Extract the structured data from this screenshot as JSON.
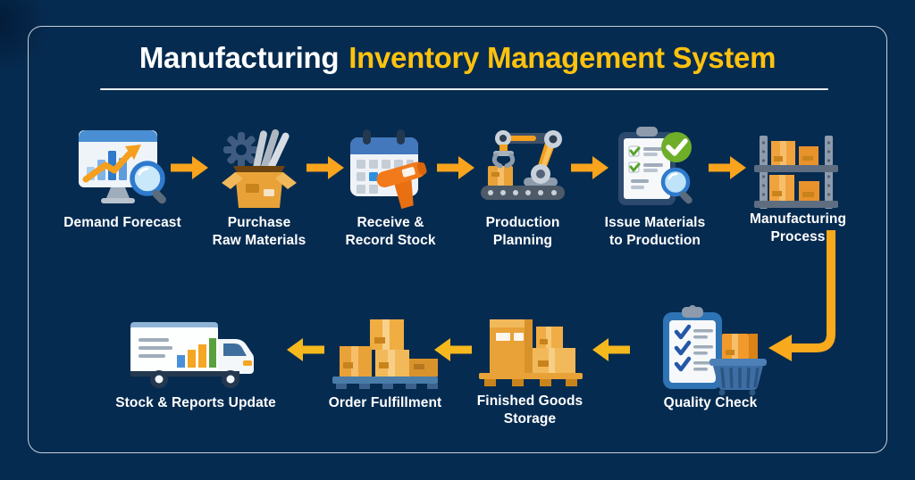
{
  "title": {
    "prefix": "Manufacturing",
    "highlight": "Inventory Management System"
  },
  "steps": [
    {
      "id": "demand-forecast",
      "label": "Demand Forecast",
      "icon": "demand-forecast-icon"
    },
    {
      "id": "purchase-raw-materials",
      "label": "Purchase\nRaw Materials",
      "icon": "purchase-raw-materials-icon"
    },
    {
      "id": "receive-record-stock",
      "label": "Receive &\nRecord Stock",
      "icon": "receive-record-stock-icon"
    },
    {
      "id": "production-planning",
      "label": "Production\nPlanning",
      "icon": "production-planning-icon"
    },
    {
      "id": "issue-materials",
      "label": "Issue Materials\nto Production",
      "icon": "issue-materials-icon"
    },
    {
      "id": "manufacturing-process",
      "label": "Manufacturing\nProcess",
      "icon": "manufacturing-process-icon"
    },
    {
      "id": "quality-check",
      "label": "Quality Check",
      "icon": "quality-check-icon"
    },
    {
      "id": "finished-goods-storage",
      "label": "Finished Goods\nStorage",
      "icon": "finished-goods-storage-icon"
    },
    {
      "id": "order-fulfillment",
      "label": "Order Fulfillment",
      "icon": "order-fulfillment-icon"
    },
    {
      "id": "stock-reports-update",
      "label": "Stock & Reports Update",
      "icon": "stock-reports-update-icon"
    }
  ],
  "flow": {
    "row1_direction": "left-to-right",
    "row2_direction": "right-to-left",
    "connector": "manufacturing-process to quality-check"
  },
  "colors": {
    "background": "#062B50",
    "title_white": "#FFFFFF",
    "title_yellow": "#FFC20E",
    "arrow_orange": "#F9A41C",
    "arrow_yellow": "#F5B91E",
    "label_text": "#FFFFFF",
    "card_border": "#E6EEF6"
  }
}
